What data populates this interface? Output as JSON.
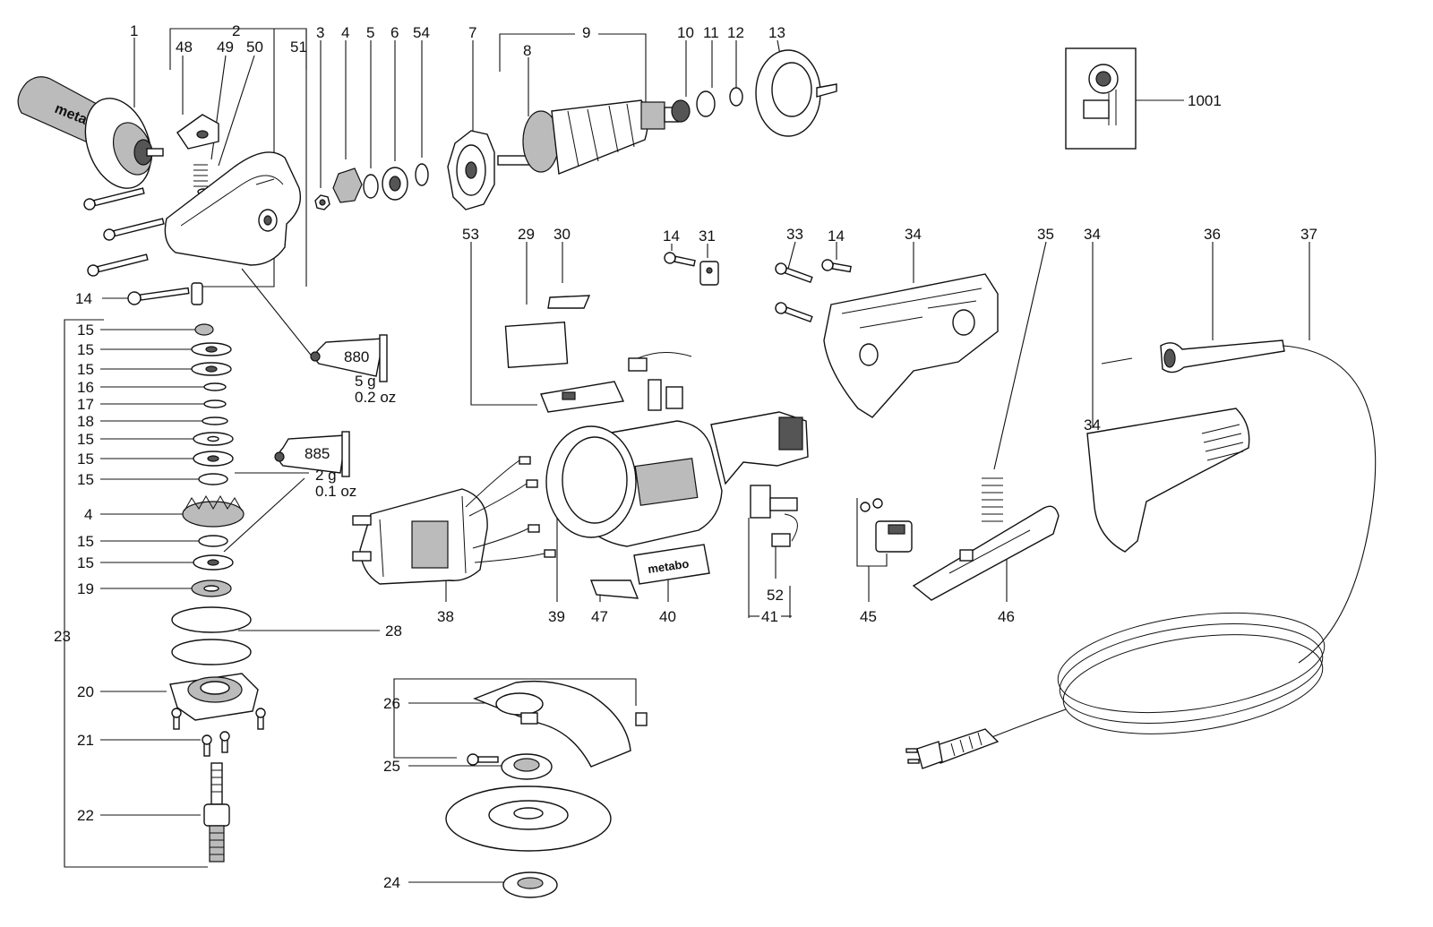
{
  "callouts": {
    "c1": "1",
    "c2": "2",
    "c3": "3",
    "c4a": "4",
    "c4b": "4",
    "c5": "5",
    "c6": "6",
    "c7": "7",
    "c8": "8",
    "c9": "9",
    "c10": "10",
    "c11": "11",
    "c12": "12",
    "c13": "13",
    "c14a": "14",
    "c14b": "14",
    "c14c": "14",
    "c15a": "15",
    "c15b": "15",
    "c15c": "15",
    "c15d": "15",
    "c15e": "15",
    "c15f": "15",
    "c15g": "15",
    "c15h": "15",
    "c16": "16",
    "c17": "17",
    "c18": "18",
    "c19": "19",
    "c20": "20",
    "c21": "21",
    "c22": "22",
    "c23": "23",
    "c24": "24",
    "c25": "25",
    "c26": "26",
    "c28": "28",
    "c29": "29",
    "c30": "30",
    "c31": "31",
    "c33": "33",
    "c34a": "34",
    "c34b": "34",
    "c34c": "34",
    "c35": "35",
    "c36": "36",
    "c37": "37",
    "c38": "38",
    "c39": "39",
    "c40": "40",
    "c41": "41",
    "c45": "45",
    "c46": "46",
    "c47": "47",
    "c48": "48",
    "c49": "49",
    "c50": "50",
    "c51": "51",
    "c52": "52",
    "c53": "53",
    "c54": "54",
    "c1001": "1001"
  },
  "grease_tubes": [
    {
      "code": "880",
      "weight_metric": "5 g",
      "weight_imperial": "0.2 oz"
    },
    {
      "code": "885",
      "weight_metric": "2 g",
      "weight_imperial": "0.1 oz"
    }
  ],
  "brand_marks": [
    "metabo",
    "metabo"
  ],
  "colors": {
    "line": "#111111",
    "background": "#ffffff"
  }
}
